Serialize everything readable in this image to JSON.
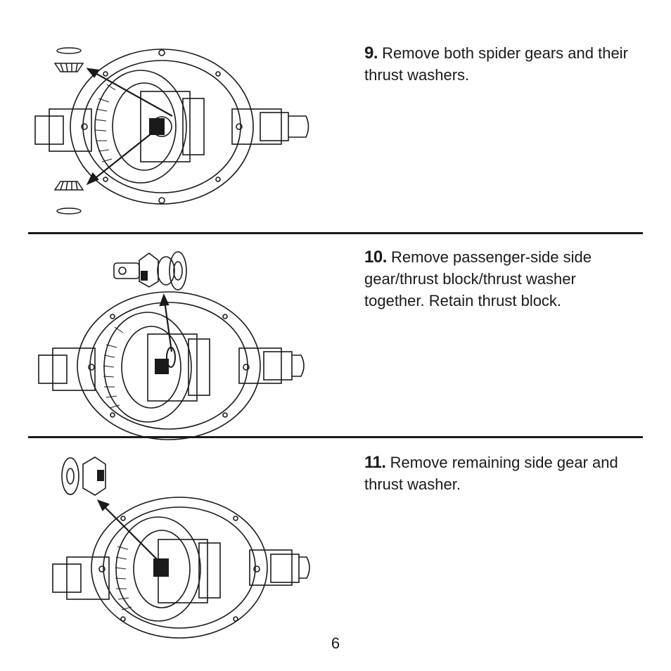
{
  "steps": [
    {
      "number": "9.",
      "text": "Remove both spider gears and their thrust washers."
    },
    {
      "number": "10.",
      "text": "Remove passenger-side side gear/thrust block/thrust washer together.  Retain thrust block."
    },
    {
      "number": "11.",
      "text": "Remove remaining side gear and thrust washer."
    }
  ],
  "page_number": "6",
  "illustrations": [
    {
      "icon": "differential-spider-gears-removal-illustration"
    },
    {
      "icon": "differential-side-gear-thrust-block-removal-illustration"
    },
    {
      "icon": "differential-remaining-side-gear-removal-illustration"
    }
  ]
}
